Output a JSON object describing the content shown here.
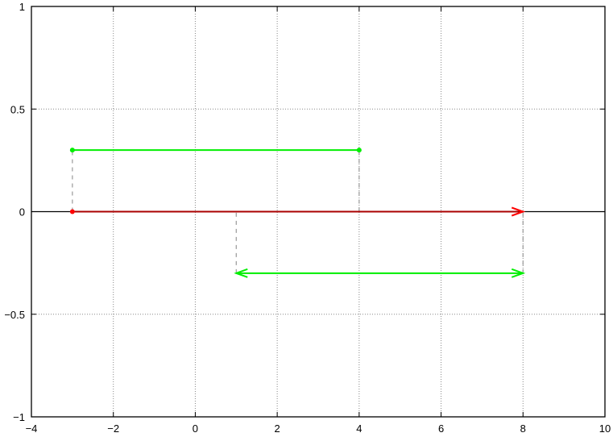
{
  "chart_data": {
    "type": "line",
    "title": "",
    "xlabel": "",
    "ylabel": "",
    "xlim": [
      -4,
      10
    ],
    "ylim": [
      -1,
      1
    ],
    "grid": true,
    "xticks": [
      -4,
      -2,
      0,
      2,
      4,
      6,
      8,
      10
    ],
    "xtick_labels": [
      "−4",
      "−2",
      "0",
      "2",
      "4",
      "6",
      "8",
      "10"
    ],
    "yticks": [
      -1,
      -0.5,
      0,
      0.5,
      1
    ],
    "ytick_labels": [
      "−1",
      "−0.5",
      "0",
      "0.5",
      "1"
    ],
    "zero_axis_y": 0,
    "segments": [
      {
        "name": "green-interval",
        "from": [
          -3,
          0.3
        ],
        "to": [
          4,
          0.3
        ],
        "color": "#00ee00",
        "start": "dot",
        "end": "dot"
      },
      {
        "name": "red-vector",
        "from": [
          -3,
          0
        ],
        "to": [
          8,
          0
        ],
        "color": "#aa0000",
        "head_color": "#ff0000",
        "start": "dot",
        "end": "arrow"
      },
      {
        "name": "green-double-arrow",
        "from": [
          1,
          -0.3
        ],
        "to": [
          8,
          -0.3
        ],
        "color": "#00ee00",
        "start": "arrow",
        "end": "arrow"
      }
    ],
    "guides": [
      {
        "x": -3,
        "y": [
          0,
          0.3
        ]
      },
      {
        "x": 4,
        "y": [
          0,
          0.3
        ]
      },
      {
        "x": 1,
        "y": [
          -0.3,
          0
        ]
      },
      {
        "x": 8,
        "y": [
          -0.3,
          0
        ]
      }
    ],
    "guide_color": "#999999"
  }
}
